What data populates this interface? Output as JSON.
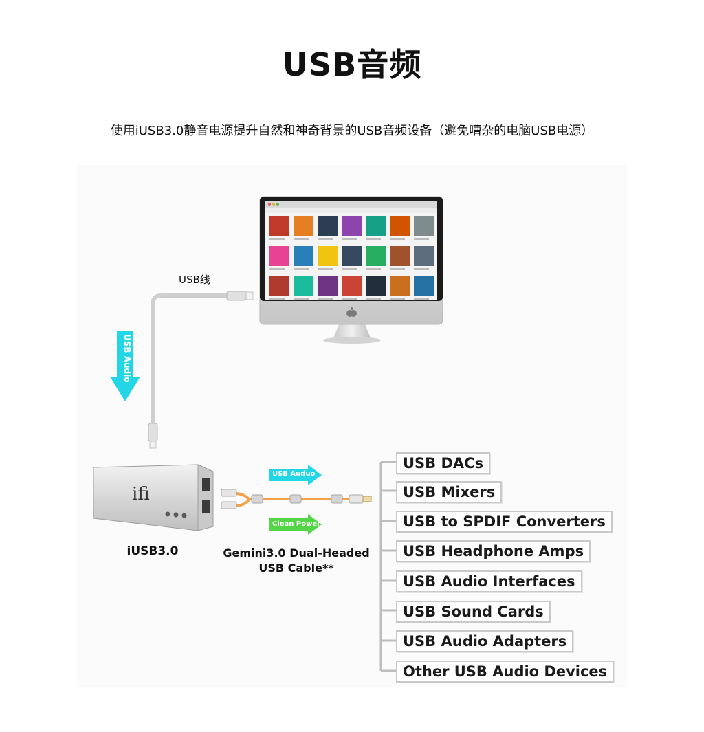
{
  "title": "USB音频",
  "subtitle": "使用iUSB3.0静音电源提升自然和神奇背景的USB音频设备（避免嘈杂的电脑USB电源）",
  "diagram": {
    "usb_cable_label": "USB线",
    "usb_audio_vertical": "USB Audio",
    "usb_audio_arrow": "USB Auduo",
    "clean_power_arrow": "Clean Power",
    "iusb_device_logo": "ifi",
    "iusb_label": "iUSB3.0",
    "gemini_label_line1": "Gemini3.0 Dual-Headed",
    "gemini_label_line2": "USB Cable**",
    "devices": [
      "USB DACs",
      "USB Mixers",
      "USB to SPDIF Converters",
      "USB Headphone Amps",
      "USB Audio Interfaces",
      "USB Sound Cards",
      "USB Audio Adapters",
      "Other USB Audio Devices"
    ]
  },
  "colors": {
    "cyan_arrow": "#22d6e6",
    "green_arrow": "#52d646",
    "orange_cable": "#f4a24a"
  }
}
